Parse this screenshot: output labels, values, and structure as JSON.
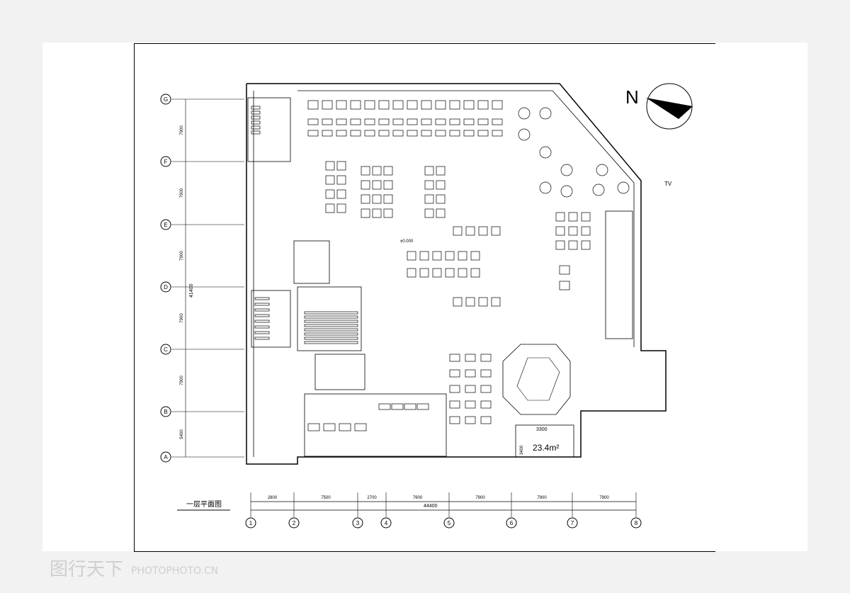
{
  "plan": {
    "north_label": "N",
    "area_value": "23.4m²",
    "area_dim": "3300",
    "area_dim_side": "3400",
    "elev_label": "±0.000",
    "row_axes": [
      "G",
      "F",
      "E",
      "D",
      "C",
      "B",
      "A"
    ],
    "col_axes": [
      "1",
      "2",
      "3",
      "4",
      "5",
      "6",
      "7",
      "8"
    ],
    "col_dims": [
      "2800",
      "7500",
      "2700",
      "7900",
      "7900",
      "7900",
      "7900"
    ],
    "total_dim": "44400",
    "row_dims": [
      "7900",
      "7900",
      "7900",
      "7900",
      "7900",
      "5400"
    ],
    "total_row_dim": "41400",
    "title": "一层平面图",
    "tv_label": "TV"
  },
  "watermark": {
    "text": "图行天下",
    "sub": "PHOTOPHOTO.CN"
  },
  "colors": {
    "line": "#000000",
    "bg": "#f2f2f2",
    "watermark": "#cfcfcf"
  }
}
